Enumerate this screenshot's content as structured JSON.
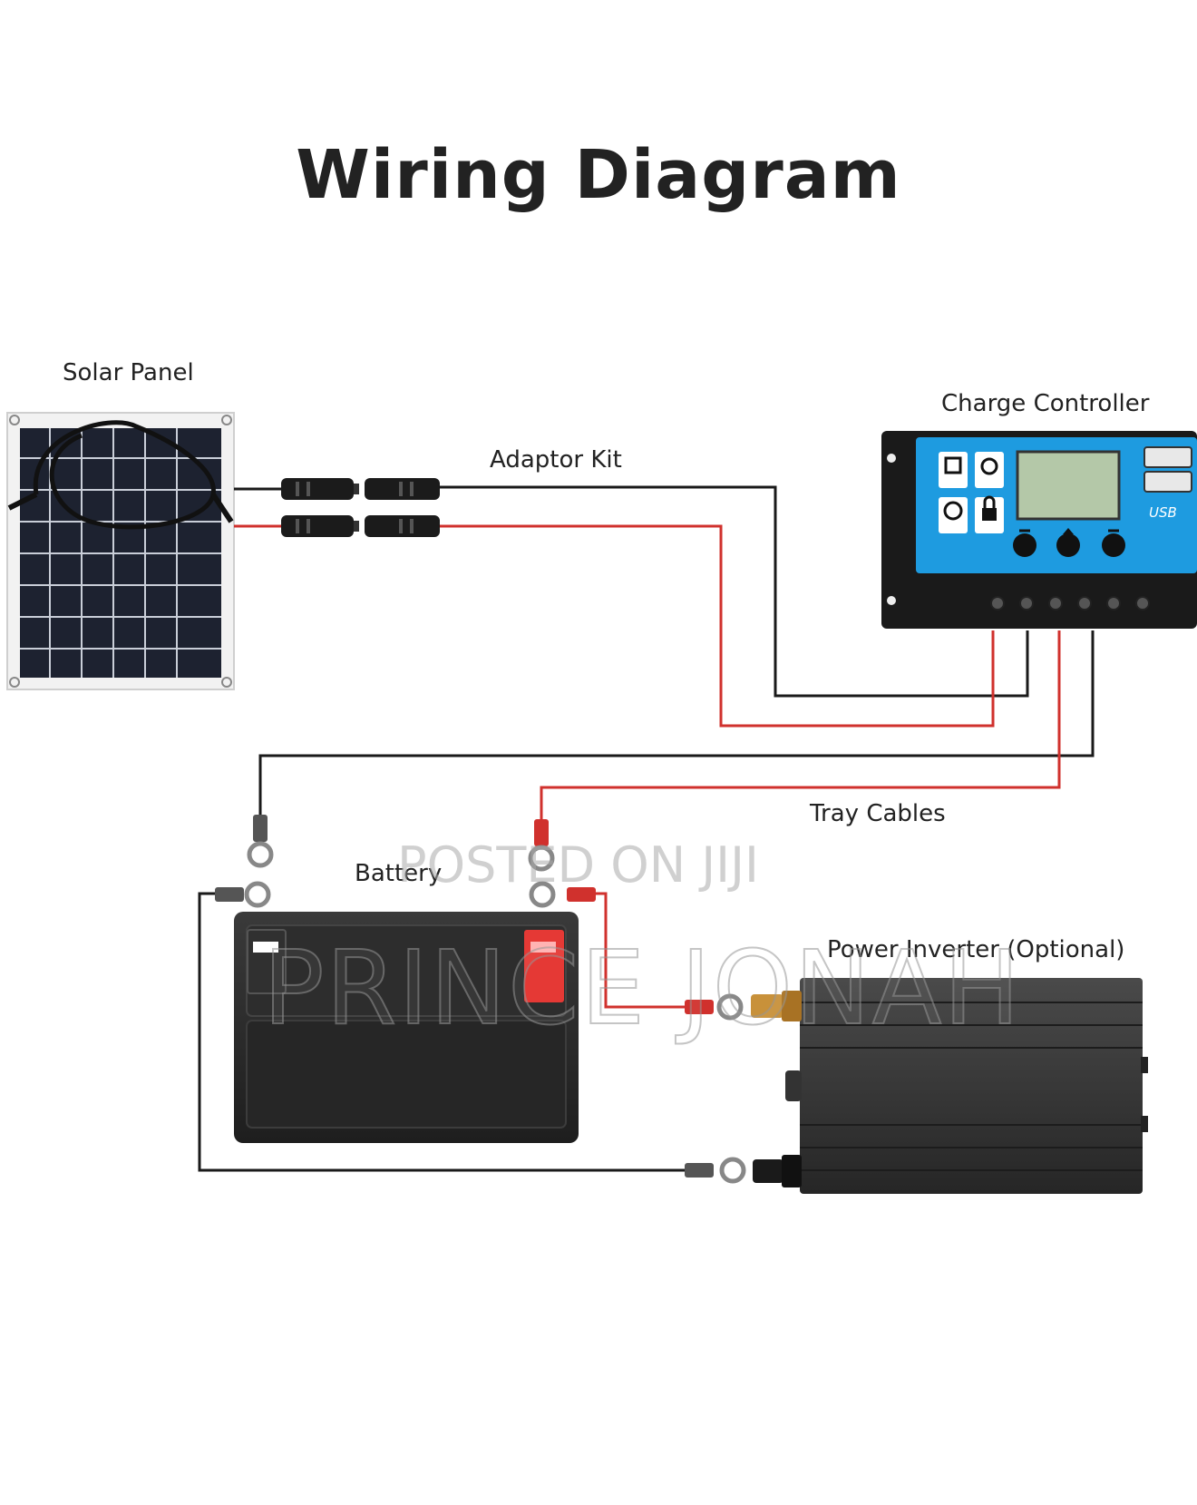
{
  "title": "Wiring Diagram",
  "labels": {
    "solar_panel": "Solar Panel",
    "adaptor_kit": "Adaptor Kit",
    "charge_controller": "Charge Controller",
    "tray_cables": "Tray Cables",
    "battery": "Battery",
    "power_inverter": "Power Inverter (Optional)"
  },
  "controller_text": {
    "usb": "USB"
  },
  "watermark": {
    "line1": "POSTED ON JIJI",
    "line2": "PRINCE JONAH"
  },
  "colors": {
    "positive_wire": "#d0312d",
    "negative_wire": "#1a1a1a",
    "controller_panel": "#1e9be0",
    "lcd": "#b4c8a8",
    "battery_positive_terminal": "#e53935"
  }
}
